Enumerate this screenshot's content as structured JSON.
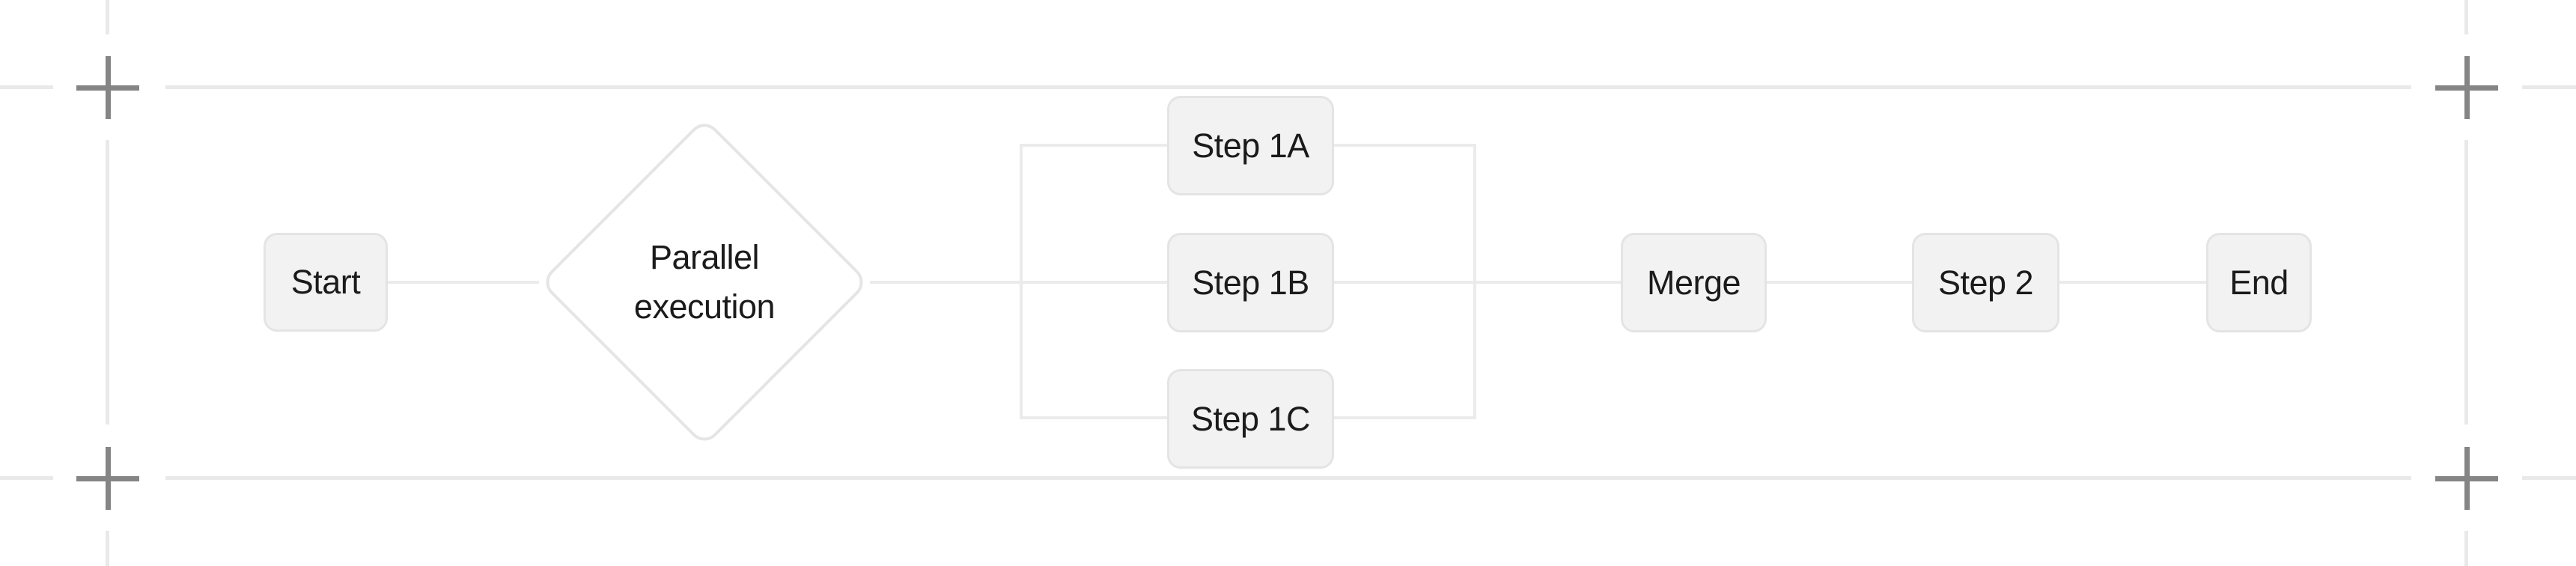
{
  "diagram": {
    "type": "flowchart",
    "direction": "left-to-right",
    "nodes": [
      {
        "id": "start",
        "label": "Start",
        "shape": "rounded-rect"
      },
      {
        "id": "parallel",
        "label": "Parallel execution",
        "shape": "diamond",
        "label_lines": [
          "Parallel",
          "execution"
        ]
      },
      {
        "id": "step1a",
        "label": "Step 1A",
        "shape": "rounded-rect"
      },
      {
        "id": "step1b",
        "label": "Step 1B",
        "shape": "rounded-rect"
      },
      {
        "id": "step1c",
        "label": "Step 1C",
        "shape": "rounded-rect"
      },
      {
        "id": "merge",
        "label": "Merge",
        "shape": "rounded-rect"
      },
      {
        "id": "step2",
        "label": "Step 2",
        "shape": "rounded-rect"
      },
      {
        "id": "end",
        "label": "End",
        "shape": "rounded-rect"
      }
    ],
    "edges": [
      {
        "from": "start",
        "to": "parallel"
      },
      {
        "from": "parallel",
        "to": "step1a"
      },
      {
        "from": "parallel",
        "to": "step1b"
      },
      {
        "from": "parallel",
        "to": "step1c"
      },
      {
        "from": "step1a",
        "to": "merge"
      },
      {
        "from": "step1b",
        "to": "merge"
      },
      {
        "from": "step1c",
        "to": "merge"
      },
      {
        "from": "merge",
        "to": "step2"
      },
      {
        "from": "step2",
        "to": "end"
      }
    ]
  },
  "colors": {
    "background": "#ffffff",
    "node-fill": "#f2f2f2",
    "node-border": "#e4e4e4",
    "diamond-fill": "#ffffff",
    "diamond-border": "#e5e5e5",
    "edge-line": "#ebebeb",
    "guide-line": "#e9e9e9",
    "crop-mark": "#858585",
    "text": "#1b1b1b"
  }
}
